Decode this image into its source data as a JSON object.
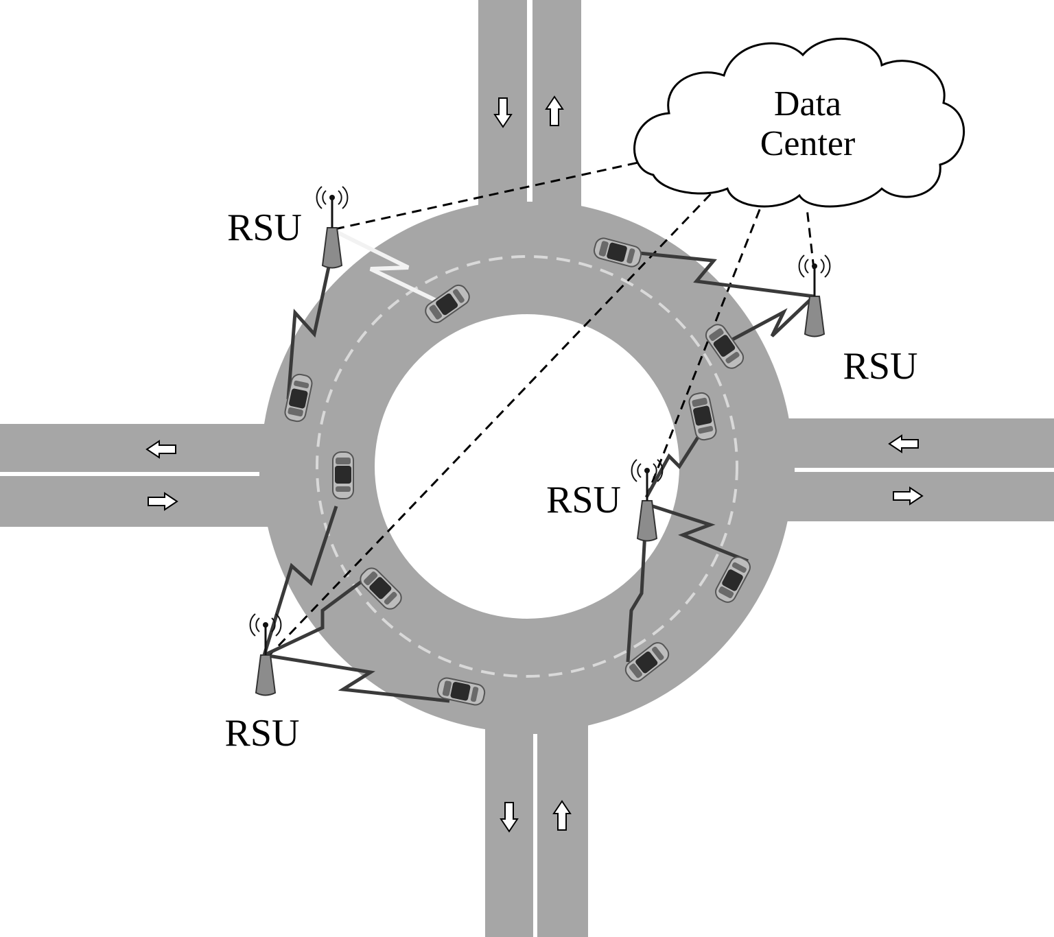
{
  "diagram": {
    "cloud": {
      "line1": "Data",
      "line2": "Center"
    },
    "rsus": [
      {
        "id": "nw",
        "label": "RSU"
      },
      {
        "id": "ne",
        "label": "RSU"
      },
      {
        "id": "center",
        "label": "RSU"
      },
      {
        "id": "sw",
        "label": "RSU"
      }
    ]
  },
  "colors": {
    "road": "#a6a6a6",
    "lane_divider": "#ffffff",
    "dashed_lane": "#d9d9d9",
    "wireless_link": "#3a3a3a",
    "wired_link": "#000000",
    "rsu_tower": "#8c8c8c"
  },
  "icons": {
    "lane_arrow": "lane-arrow-icon",
    "vehicle": "car-icon",
    "rsu": "antenna-tower-icon",
    "cloud": "cloud-icon"
  }
}
